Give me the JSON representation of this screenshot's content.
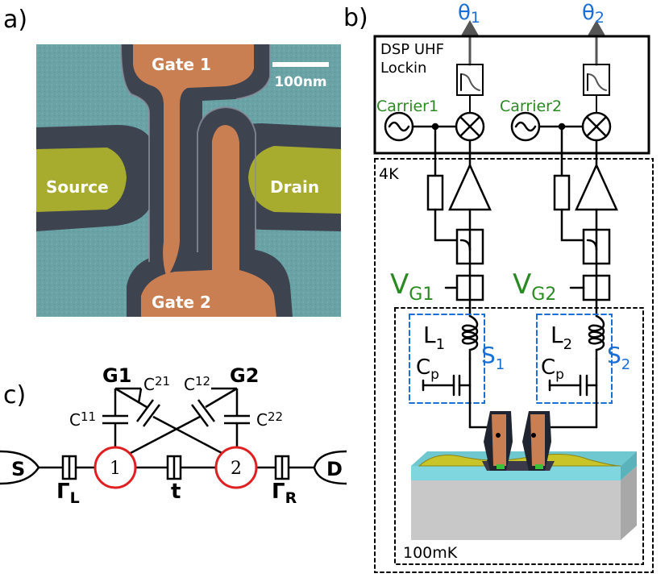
{
  "panel_a": {
    "label": "a)",
    "scale_bar": "100nm",
    "regions": {
      "gate1": "Gate 1",
      "gate2": "Gate 2",
      "source": "Source",
      "drain": "Drain"
    },
    "colors": {
      "substrate": "#6aa3a6",
      "gate": "#c97f52",
      "reservoir": "#a7ab2e",
      "oxide": "#3e4350"
    }
  },
  "panel_b": {
    "label": "b)",
    "outputs": {
      "theta1_main": "θ",
      "theta1_sub": "1",
      "theta2_main": "θ",
      "theta2_sub": "2"
    },
    "lockin": {
      "line1": "DSP UHF",
      "line2": "Lockin"
    },
    "carrier1": "Carrier1",
    "carrier2": "Carrier2",
    "stage_4k": "4K",
    "stage_100mk": "100mK",
    "vg1_main": "V",
    "vg1_sub": "G1",
    "vg2_main": "V",
    "vg2_sub": "G2",
    "l1_main": "L",
    "l1_sub": "1",
    "l2_main": "L",
    "l2_sub": "2",
    "s1_main": "S",
    "s1_sub": "1",
    "s2_main": "S",
    "s2_sub": "2",
    "cp1_main": "C",
    "cp1_sub": "p",
    "cp2_main": "C",
    "cp2_sub": "p",
    "colors": {
      "blue": "#1a6fd6",
      "green": "#2a8a22"
    }
  },
  "panel_c": {
    "label": "c)",
    "g1": "G1",
    "g2": "G2",
    "c11_main": "C",
    "c11_sub": "11",
    "c21_main": "C",
    "c21_sub": "21",
    "c12_main": "C",
    "c12_sub": "12",
    "c22_main": "C",
    "c22_sub": "22",
    "dot1": "1",
    "dot2": "2",
    "source": "S",
    "drain": "D",
    "gamma_l_main": "Γ",
    "gamma_l_sub": "L",
    "tunnel": "t",
    "gamma_r_main": "Γ",
    "gamma_r_sub": "R",
    "colors": {
      "dot": "#e02020"
    }
  }
}
